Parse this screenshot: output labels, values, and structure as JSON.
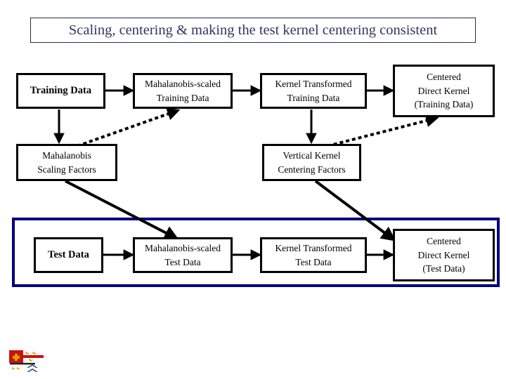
{
  "slide": {
    "title": "Scaling, centering & making the test kernel centering consistent",
    "title_color": "#333366",
    "background": "#ffffff",
    "highlight_group": {
      "name": "test-data-pipeline-group",
      "border_color": "#000080"
    }
  },
  "diagram": {
    "type": "flowchart",
    "nodes": [
      {
        "id": "training-data",
        "label": "Training Data",
        "row": "top",
        "bold": true
      },
      {
        "id": "mahalanobis-scaled-train",
        "label": "Mahalanobis-scaled\nTraining Data",
        "row": "top",
        "bold": false
      },
      {
        "id": "kernel-transformed-train",
        "label": "Kernel Transformed\nTraining Data",
        "row": "top",
        "bold": false
      },
      {
        "id": "centered-direct-kernel-train",
        "label": "Centered\nDirect Kernel\n(Training Data)",
        "row": "top",
        "bold": false
      },
      {
        "id": "mahalanobis-scaling-factors",
        "label": "Mahalanobis\nScaling Factors",
        "row": "middle",
        "bold": false
      },
      {
        "id": "vertical-kernel-centering-factors",
        "label": "Vertical Kernel\nCentering Factors",
        "row": "middle",
        "bold": false
      },
      {
        "id": "test-data",
        "label": "Test Data",
        "row": "bottom",
        "bold": true
      },
      {
        "id": "mahalanobis-scaled-test",
        "label": "Mahalanobis-scaled\nTest Data",
        "row": "bottom",
        "bold": false
      },
      {
        "id": "kernel-transformed-test",
        "label": "Kernel Transformed\nTest Data",
        "row": "bottom",
        "bold": false
      },
      {
        "id": "centered-direct-kernel-test",
        "label": "Centered\nDirect Kernel\n(Test Data)",
        "row": "bottom",
        "bold": false
      }
    ],
    "edges": [
      {
        "from": "training-data",
        "to": "mahalanobis-scaled-train",
        "style": "solid",
        "direction": "right"
      },
      {
        "from": "mahalanobis-scaled-train",
        "to": "kernel-transformed-train",
        "style": "solid",
        "direction": "right"
      },
      {
        "from": "kernel-transformed-train",
        "to": "centered-direct-kernel-train",
        "style": "solid",
        "direction": "right"
      },
      {
        "from": "training-data",
        "to": "mahalanobis-scaling-factors",
        "style": "solid",
        "direction": "down"
      },
      {
        "from": "kernel-transformed-train",
        "to": "vertical-kernel-centering-factors",
        "style": "solid",
        "direction": "down"
      },
      {
        "from": "mahalanobis-scaling-factors",
        "to": "mahalanobis-scaled-train",
        "style": "dashed",
        "direction": "up-right"
      },
      {
        "from": "vertical-kernel-centering-factors",
        "to": "centered-direct-kernel-train",
        "style": "dashed",
        "direction": "up-right"
      },
      {
        "from": "mahalanobis-scaling-factors",
        "to": "mahalanobis-scaled-test",
        "style": "solid",
        "direction": "down-right"
      },
      {
        "from": "vertical-kernel-centering-factors",
        "to": "centered-direct-kernel-test",
        "style": "solid",
        "direction": "down-right"
      },
      {
        "from": "test-data",
        "to": "mahalanobis-scaled-test",
        "style": "solid",
        "direction": "right"
      },
      {
        "from": "mahalanobis-scaled-test",
        "to": "kernel-transformed-test",
        "style": "solid",
        "direction": "right"
      },
      {
        "from": "kernel-transformed-test",
        "to": "centered-direct-kernel-test",
        "style": "solid",
        "direction": "right"
      }
    ]
  },
  "emblem": {
    "name": "coat-of-arms-logo",
    "colors": {
      "red": "#cc1111",
      "gold": "#d9a300",
      "blue": "#33557f",
      "white": "#ffffff"
    }
  }
}
